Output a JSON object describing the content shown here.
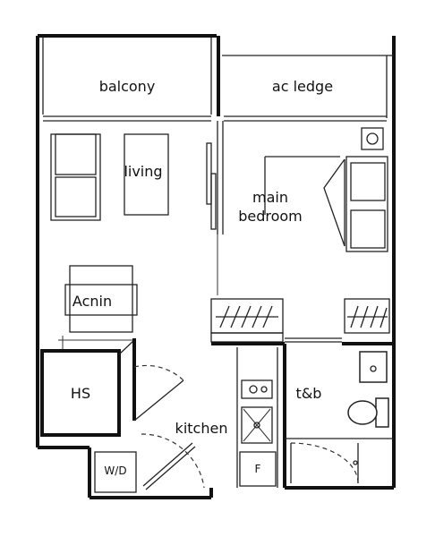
{
  "rooms": {
    "balcony": "balcony",
    "ac_ledge": "ac ledge",
    "living": "living",
    "main_bedroom_line1": "main",
    "main_bedroom_line2": "bedroom",
    "dining": "Acnin",
    "household_shelter": "HS",
    "kitchen": "kitchen",
    "bathroom": "t&b",
    "washer_dryer": "W/D",
    "fridge": "F"
  },
  "colors": {
    "wall": "#111111",
    "background": "#ffffff"
  }
}
